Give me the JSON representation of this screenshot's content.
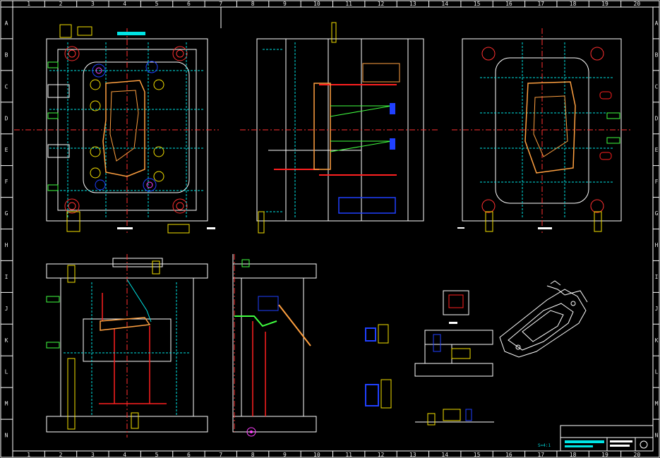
{
  "drawing": {
    "top_ticks": [
      "1",
      "2",
      "3",
      "4",
      "5",
      "6",
      "7",
      "8",
      "9",
      "10",
      "11",
      "12",
      "13",
      "14",
      "15",
      "16",
      "17",
      "18",
      "19",
      "20"
    ],
    "bottom_ticks": [
      "1",
      "2",
      "3",
      "4",
      "5",
      "6",
      "7",
      "8",
      "9",
      "10",
      "11",
      "12",
      "13",
      "14",
      "15",
      "16",
      "17",
      "18",
      "19",
      "20"
    ],
    "side_ticks": [
      "A",
      "B",
      "C",
      "D",
      "E",
      "F",
      "G",
      "H",
      "I",
      "J",
      "K",
      "L",
      "M",
      "N"
    ],
    "detail_label": "S=4:1",
    "colors": {
      "background": "#000000",
      "outline": "#ffffff",
      "cyan": "#00e5e5",
      "yellow": "#f5e000",
      "red": "#ff2020",
      "blue": "#2040ff",
      "green": "#40ff40",
      "magenta": "#ff40ff",
      "orange": "#ffa040",
      "center": "#ff3030"
    }
  }
}
